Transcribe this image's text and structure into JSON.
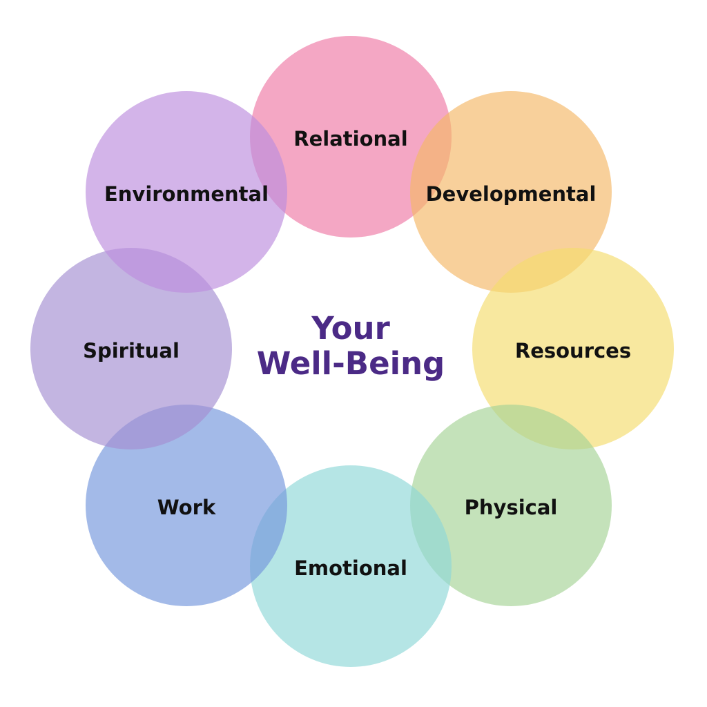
{
  "center": {
    "line1": "Your",
    "line2": "Well-Being",
    "color": "#4b2a86"
  },
  "dimensions": [
    {
      "key": "relational",
      "label": "Relational",
      "color": "#ef7aa6"
    },
    {
      "key": "developmental",
      "label": "Developmental",
      "color": "#f5b867"
    },
    {
      "key": "resources",
      "label": "Resources",
      "color": "#f5dc6e"
    },
    {
      "key": "physical",
      "label": "Physical",
      "color": "#a5d396"
    },
    {
      "key": "emotional",
      "label": "Emotional",
      "color": "#8fd8d8"
    },
    {
      "key": "work",
      "label": "Work",
      "color": "#7396dc"
    },
    {
      "key": "spiritual",
      "label": "Spiritual",
      "color": "#a48ed1"
    },
    {
      "key": "environmental",
      "label": "Environmental",
      "color": "#bc8ddd"
    }
  ]
}
